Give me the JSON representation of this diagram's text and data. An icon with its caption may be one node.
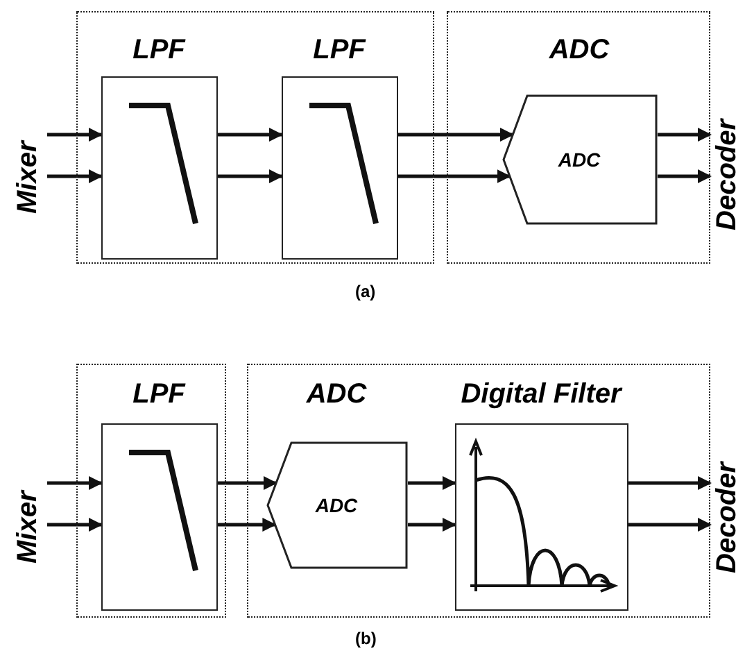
{
  "diagram": {
    "nodes": [
      {
        "text": [],
        "shape": "box"
      },
      {
        "text": [
          "LPF"
        ],
        "in": 0
      },
      {
        "text": [
          "LPF"
        ],
        "in": 0
      },
      {
        "text": [],
        "shape": "box"
      },
      {
        "text": [
          "ADC",
          "ADC"
        ],
        "in": 3
      },
      {
        "text": [
          "Mixer"
        ]
      },
      {
        "text": [
          "Decoder"
        ]
      },
      {
        "text": [],
        "shape": "box"
      },
      {
        "text": [
          "LPF"
        ],
        "in": 7
      },
      {
        "text": [],
        "shape": "box"
      },
      {
        "text": [
          "ADC",
          "ADC"
        ],
        "in": 9
      },
      {
        "text": [
          "Digital Filter"
        ],
        "in": 9
      },
      {
        "text": [
          "Mixer"
        ]
      },
      {
        "text": [
          "Decoder"
        ]
      }
    ],
    "edges": [
      {
        "from": 5,
        "to": 1,
        "arrow": "to"
      },
      {
        "from": 5,
        "to": 1,
        "arrow": "to"
      },
      {
        "from": 1,
        "to": 2,
        "arrow": "to"
      },
      {
        "from": 1,
        "to": 2,
        "arrow": "to"
      },
      {
        "from": 2,
        "to": 4,
        "arrow": "to"
      },
      {
        "from": 2,
        "to": 4,
        "arrow": "to"
      },
      {
        "from": 4,
        "to": 6,
        "arrow": "to"
      },
      {
        "from": 4,
        "to": 6,
        "arrow": "to"
      },
      {
        "from": 12,
        "to": 8,
        "arrow": "to"
      },
      {
        "from": 12,
        "to": 8,
        "arrow": "to"
      },
      {
        "from": 8,
        "to": 10,
        "arrow": "to"
      },
      {
        "from": 8,
        "to": 10,
        "arrow": "to"
      },
      {
        "from": 10,
        "to": 11,
        "arrow": "to"
      },
      {
        "from": 10,
        "to": 11,
        "arrow": "to"
      },
      {
        "from": 11,
        "to": 13,
        "arrow": "to"
      },
      {
        "from": 11,
        "to": 13,
        "arrow": "to"
      }
    ],
    "labels": [
      "(a)",
      "(b)"
    ]
  }
}
